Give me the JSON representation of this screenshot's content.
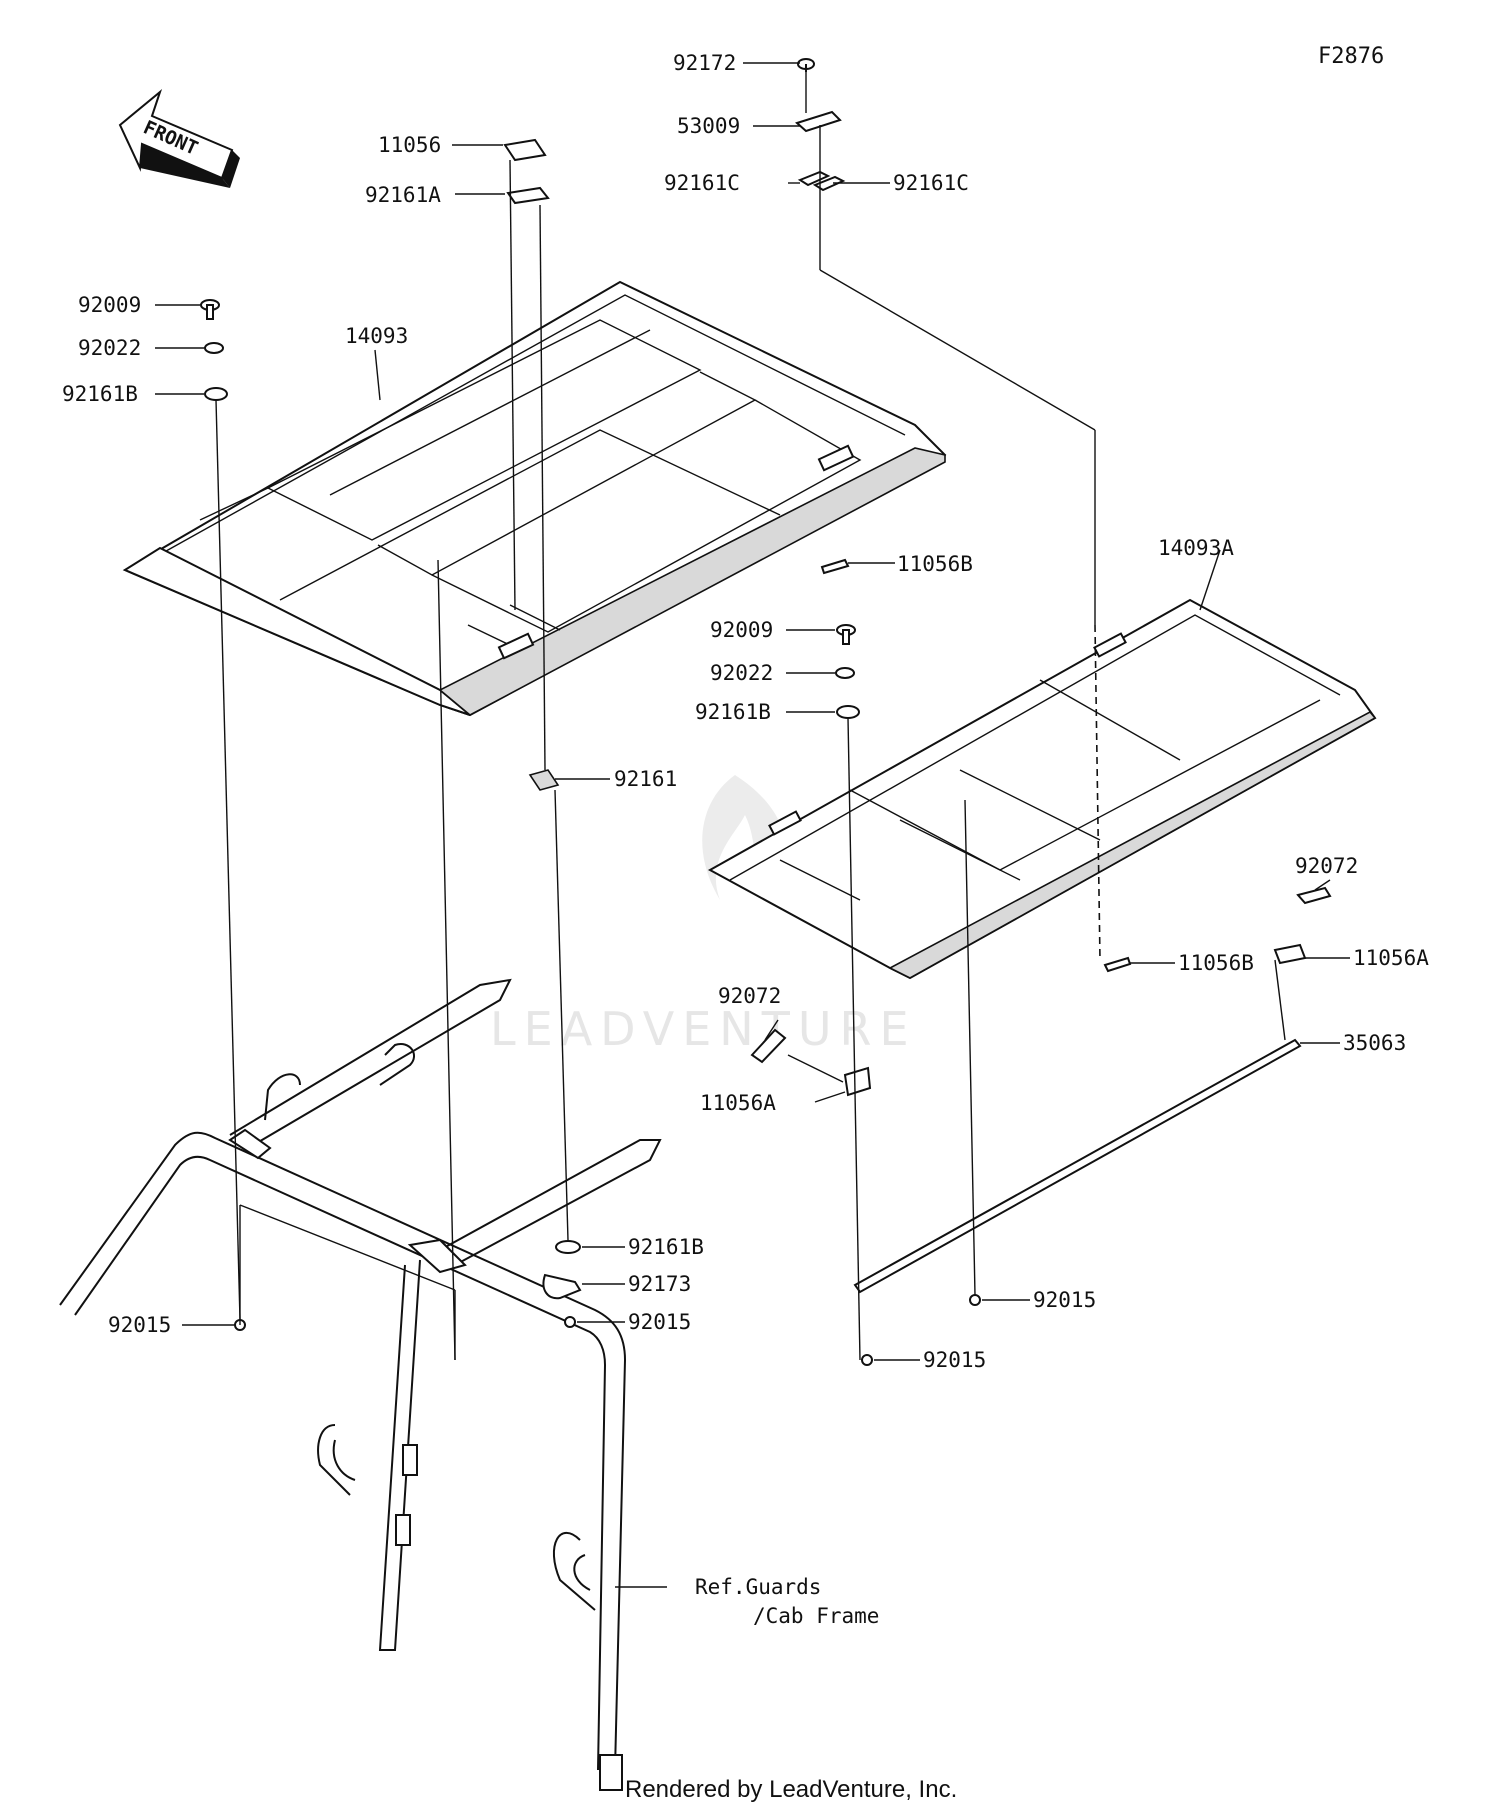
{
  "figure_id": "F2876",
  "front_label": "FRONT",
  "watermark": "LEADVENTURE",
  "footer": "Rendered by LeadVenture, Inc.",
  "reference_note": {
    "line1": "Ref.Guards",
    "line2": "/Cab Frame"
  },
  "callouts": {
    "c92172": "92172",
    "c53009": "53009",
    "c92161C_left": "92161C",
    "c92161C_right": "92161C",
    "c11056": "11056",
    "c92161A": "92161A",
    "c92009_left": "92009",
    "c92022_left": "92022",
    "c92161B_left": "92161B",
    "c14093": "14093",
    "c11056B_top": "11056B",
    "c14093A": "14093A",
    "c92009_mid": "92009",
    "c92022_mid": "92022",
    "c92161B_mid": "92161B",
    "c92161": "92161",
    "c92072_right": "92072",
    "c11056B_right": "11056B",
    "c11056A_right": "11056A",
    "c92072_left": "92072",
    "c11056A_left": "11056A",
    "c35063": "35063",
    "c92161B_bottom": "92161B",
    "c92173": "92173",
    "c92015_mid": "92015",
    "c92015_left": "92015",
    "c92015_right1": "92015",
    "c92015_right2": "92015"
  }
}
